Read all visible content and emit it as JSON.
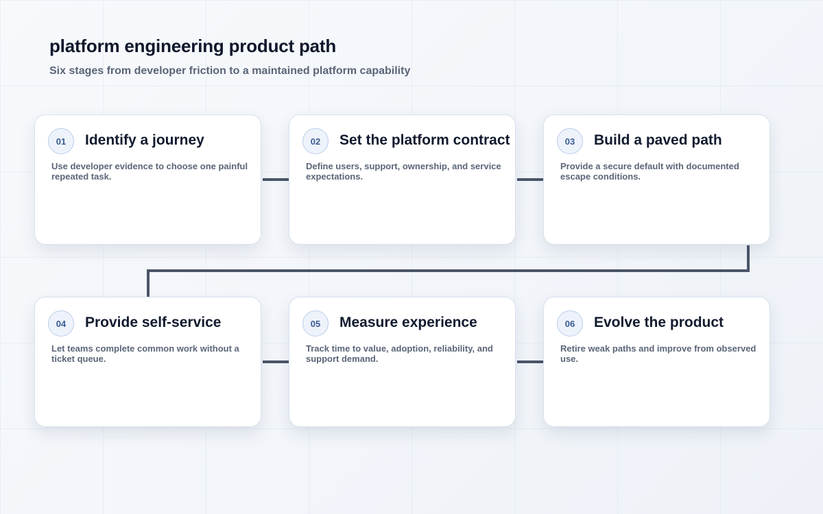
{
  "header": {
    "title": "platform engineering product path",
    "subtitle": "Six stages from developer friction to a maintained platform capability"
  },
  "stages": [
    {
      "number": "01",
      "title": "Identify a journey",
      "description": "Use developer evidence to choose one painful repeated task."
    },
    {
      "number": "02",
      "title": "Set the platform contract",
      "description": "Define users, support, ownership, and service expectations."
    },
    {
      "number": "03",
      "title": "Build a paved path",
      "description": "Provide a secure default with documented escape conditions."
    },
    {
      "number": "04",
      "title": "Provide self-service",
      "description": "Let teams complete common work without a ticket queue."
    },
    {
      "number": "05",
      "title": "Measure experience",
      "description": "Track time to value, adoption, reliability, and support demand."
    },
    {
      "number": "06",
      "title": "Evolve the product",
      "description": "Retire weak paths and improve from observed use."
    }
  ],
  "colors": {
    "connector": "#4a5568",
    "badge_text": "#3a5b94",
    "title_text": "#111a2e",
    "muted_text": "#5b6577"
  }
}
